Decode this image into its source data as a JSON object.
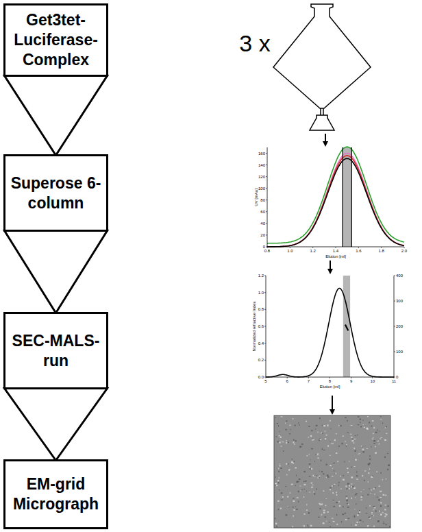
{
  "diagram": {
    "nodes": [
      {
        "text": [
          "Get3tet- Luciferase- Complex"
        ]
      },
      {
        "text": [
          "Superose 6- column"
        ]
      },
      {
        "text": [
          "SEC-MALS- run"
        ]
      },
      {
        "text": [
          "EM-grid Micrograph"
        ]
      }
    ],
    "edges": [
      {
        "from": 0,
        "to": 1,
        "arrow": "to"
      },
      {
        "from": 1,
        "to": 2,
        "arrow": "to"
      },
      {
        "from": 2,
        "to": 3,
        "arrow": "to"
      }
    ],
    "labels": [
      "3 x",
      "0",
      "20",
      "40",
      "60",
      "80",
      "100",
      "120",
      "140",
      "160",
      "UV [mAu]",
      "0.8",
      "1.0",
      "1.2",
      "1.4",
      "1.6",
      "1.8",
      "2.0",
      "Elution [ml]",
      "0.0",
      "0.2",
      "0.4",
      "0.6",
      "0.8",
      "1.0",
      "1.2",
      "Normalized refractive Index",
      "0",
      "100",
      "200",
      "300",
      "400",
      "5",
      "6",
      "7",
      "8",
      "9",
      "10",
      "11",
      "Elution [ml]"
    ]
  }
}
